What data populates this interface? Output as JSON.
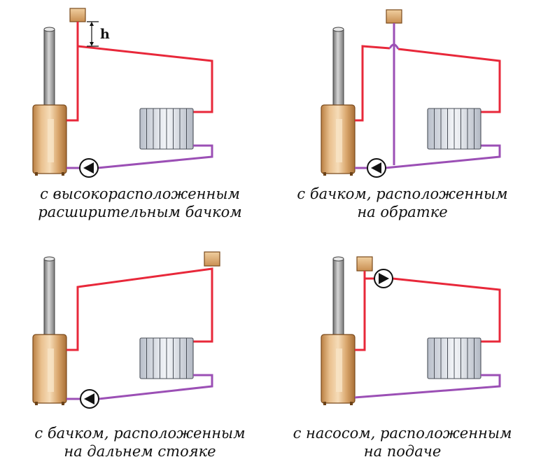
{
  "colors": {
    "supply_pipe": "#e8283a",
    "return_pipe": "#9b4fb5",
    "boiler_body": "#d4a066",
    "boiler_highlight": "#f3d3a8",
    "chimney": "#8f8f8f",
    "radiator": "#d8dce3",
    "radiator_stroke": "#4a4f58",
    "tank": "#dcb27c",
    "pump": "#111111"
  },
  "panels": [
    {
      "id": "high-tank",
      "caption_line1": "с высокорасположенным",
      "caption_line2": "расширительным бачком",
      "h_label": "h"
    },
    {
      "id": "tank-on-return",
      "caption_line1": "с бачком, расположенным",
      "caption_line2": "на обратке"
    },
    {
      "id": "tank-far-riser",
      "caption_line1": "с бачком, расположенным",
      "caption_line2": "на дальнем стояке"
    },
    {
      "id": "pump-on-supply",
      "caption_line1": "с насосом, расположенным",
      "caption_line2": "на подаче"
    }
  ]
}
